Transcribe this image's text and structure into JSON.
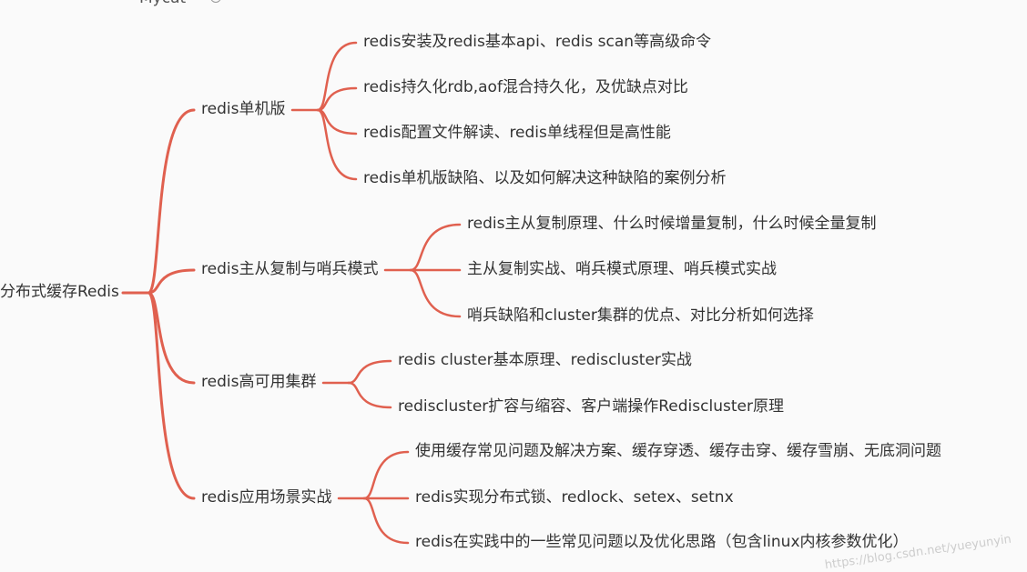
{
  "top_partial": {
    "label": "Mycat"
  },
  "mindmap": {
    "root": "分布式缓存Redis",
    "branches": [
      {
        "label": "redis单机版",
        "children": [
          "redis安装及redis基本api、redis scan等高级命令",
          "redis持久化rdb,aof混合持久化，及优缺点对比",
          "redis配置文件解读、redis单线程但是高性能",
          "redis单机版缺陷、以及如何解决这种缺陷的案例分析"
        ]
      },
      {
        "label": "redis主从复制与哨兵模式",
        "children": [
          "redis主从复制原理、什么时候增量复制，什么时候全量复制",
          "主从复制实战、哨兵模式原理、哨兵模式实战",
          "哨兵缺陷和cluster集群的优点、对比分析如何选择"
        ]
      },
      {
        "label": "redis高可用集群",
        "children": [
          "redis cluster基本原理、rediscluster实战",
          "rediscluster扩容与缩容、客户端操作Rediscluster原理"
        ]
      },
      {
        "label": "redis应用场景实战",
        "children": [
          "使用缓存常见问题及解决方案、缓存穿透、缓存击穿、缓存雪崩、无底洞问题",
          "redis实现分布式锁、redlock、setex、setnx",
          "redis在实践中的一些常见问题以及优化思路（包含linux内核参数优化）"
        ]
      }
    ]
  },
  "watermark": "https://blog.csdn.net/yueyunyin",
  "colors": {
    "line": "#e0604f",
    "text": "#333333",
    "background": "#fafafa"
  }
}
